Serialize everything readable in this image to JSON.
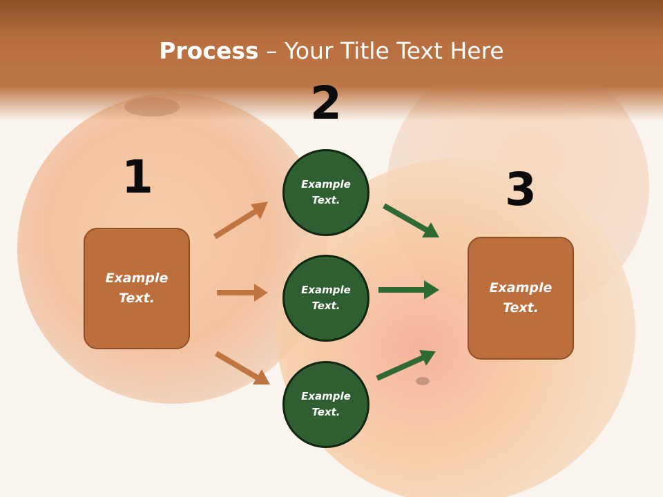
{
  "title": {
    "bold": "Process",
    "rest": " – Your Title Text Here"
  },
  "steps": [
    {
      "number": "1",
      "label": "Example\nText."
    },
    {
      "number": "2",
      "items": [
        "Example\nText.",
        "Example\nText.",
        "Example\nText."
      ]
    },
    {
      "number": "3",
      "label": "Example\nText."
    }
  ],
  "colors": {
    "header": "#b86f3f",
    "box_fill": "#bd6e3d",
    "circle_fill": "#2f5e30",
    "arrow_brown": "#c0743f",
    "arrow_green": "#2f6a35"
  }
}
